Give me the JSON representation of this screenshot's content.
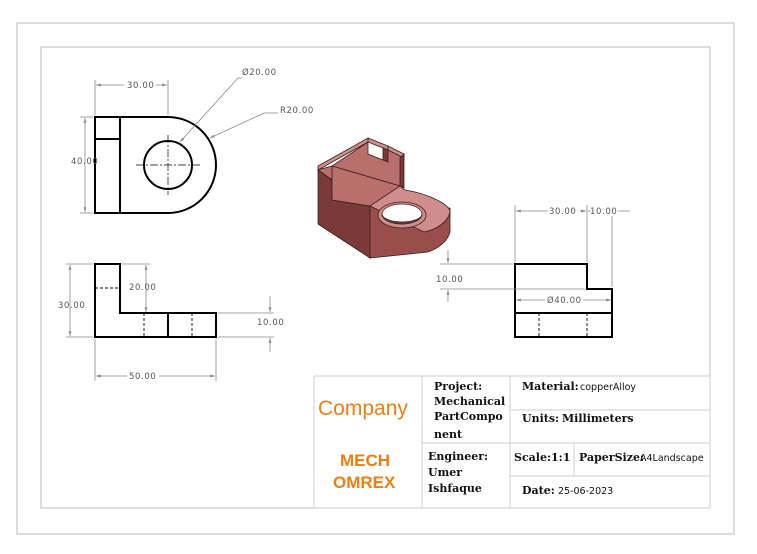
{
  "dimensions": {
    "top_width": "30.00",
    "hole_dia": "Ø20.00",
    "radius": "R20.00",
    "top_height": "40.00",
    "front_height": "30.00",
    "front_step": "20.00",
    "front_thk": "10.00",
    "front_width": "50.00",
    "side_width_a": "30.00",
    "side_width_b": "10.00",
    "side_height": "10.00",
    "side_hole_dia": "Ø40.00"
  },
  "title_block": {
    "company": "Company",
    "brand_line1": "MECH",
    "brand_line2": "OMREX",
    "project_label": "Project:",
    "project_value_lines": [
      "Mechanical",
      "PartCompo",
      "nent"
    ],
    "material_label": "Material:",
    "material_value": "copperAlloy",
    "units_label": "Units:",
    "units_value": "Millimeters",
    "engineer_label": "Engineer:",
    "engineer_value_lines": [
      "Umer",
      "Ishfaque"
    ],
    "scale_label": "Scale:",
    "scale_value": "1:1",
    "papersize_label": "PaperSize:",
    "papersize_value": "A4Landscape",
    "date_label": "Date:",
    "date_value": "25-06-2023"
  },
  "colors": {
    "brand": "#f07c12",
    "part_top": "#cf8e8b",
    "part_side_light": "#b9706d",
    "part_side_dark": "#7a3b38",
    "outline": "#000000"
  }
}
